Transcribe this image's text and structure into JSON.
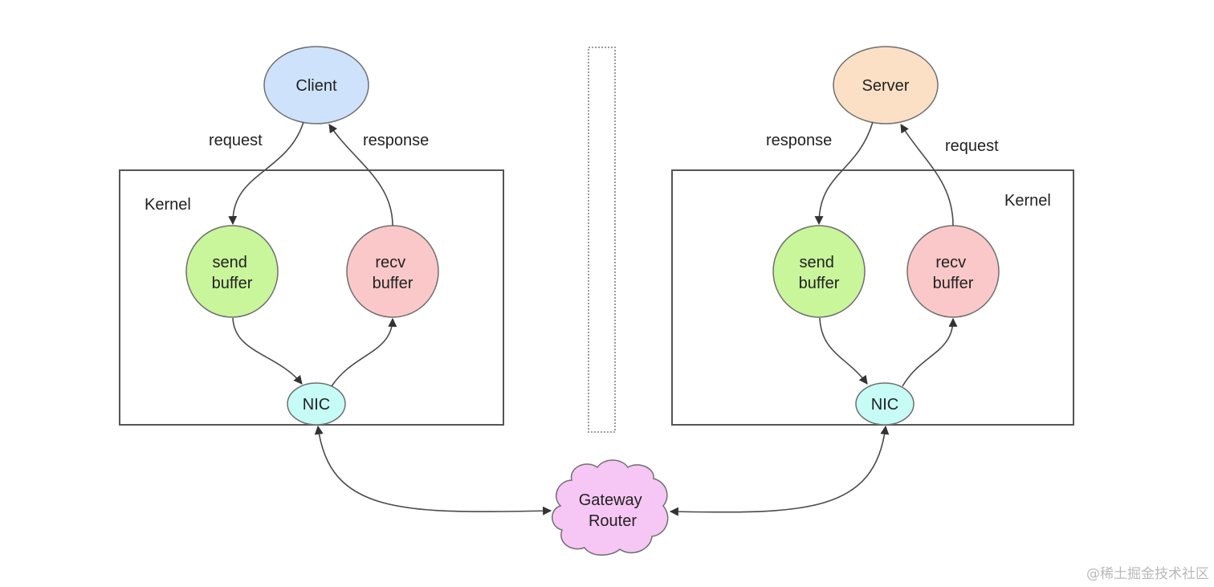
{
  "colors": {
    "client": "#cfe2fb",
    "server": "#fbe0c6",
    "send_buffer": "#c9f59b",
    "recv_buffer": "#fac8c8",
    "nic": "#c6fbf6",
    "gateway": "#f6c6f4"
  },
  "left_host": {
    "app": "Client",
    "kernel_label": "Kernel",
    "send_buffer": [
      "send",
      "buffer"
    ],
    "recv_buffer": [
      "recv",
      "buffer"
    ],
    "nic": "NIC",
    "outgoing_label": "request",
    "incoming_label": "response"
  },
  "right_host": {
    "app": "Server",
    "kernel_label": "Kernel",
    "send_buffer": [
      "send",
      "buffer"
    ],
    "recv_buffer": [
      "recv",
      "buffer"
    ],
    "nic": "NIC",
    "outgoing_label": "response",
    "incoming_label": "request"
  },
  "gateway": [
    "Gateway",
    "Router"
  ],
  "watermark": "@稀土掘金技术社区"
}
